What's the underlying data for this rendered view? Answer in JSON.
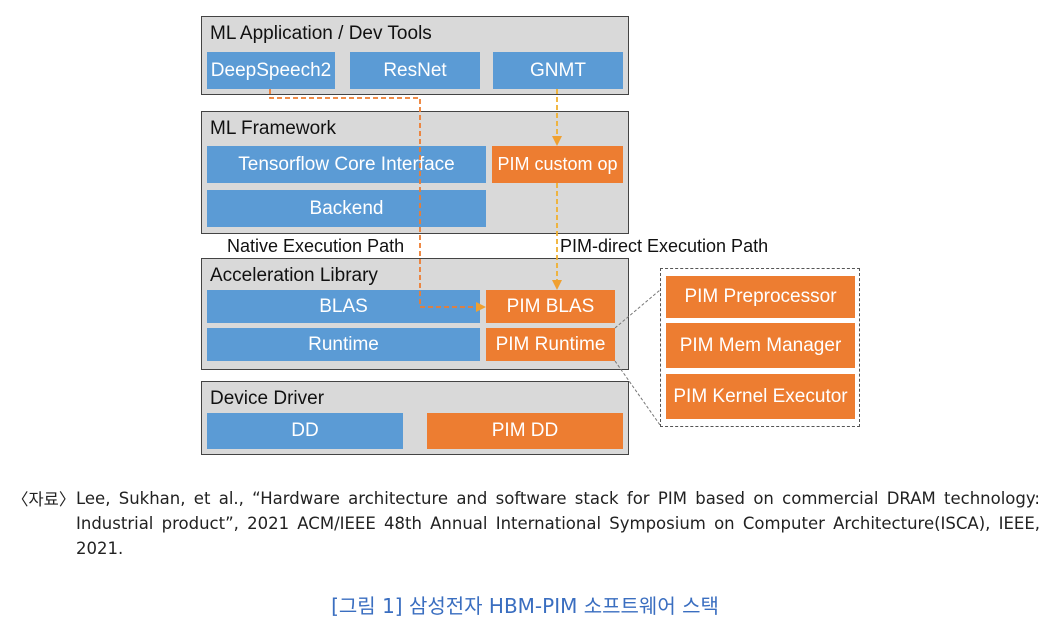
{
  "diagram": {
    "layers": {
      "app": {
        "title": "ML Application / Dev Tools",
        "blocks": [
          "DeepSpeech2",
          "ResNet",
          "GNMT"
        ]
      },
      "framework": {
        "title": "ML Framework",
        "tensorflow": "Tensorflow Core Interface",
        "pim_custom_op": "PIM custom op",
        "backend": "Backend"
      },
      "accel": {
        "title": "Acceleration Library",
        "blas": "BLAS",
        "pim_blas": "PIM BLAS",
        "runtime": "Runtime",
        "pim_runtime": "PIM Runtime"
      },
      "driver": {
        "title": "Device Driver",
        "dd": "DD",
        "pim_dd": "PIM DD"
      }
    },
    "paths": {
      "native": "Native Execution Path",
      "pim_direct": "PIM-direct Execution Path"
    },
    "pim_runtime_detail": [
      "PIM Preprocessor",
      "PIM Mem Manager",
      "PIM Kernel Executor"
    ],
    "colors": {
      "blue": "#5b9bd5",
      "orange": "#ed7d31",
      "layer_bg": "#d9d9d9",
      "arrow": "#f0a030"
    }
  },
  "source": {
    "label": "〈자료〉",
    "text": "Lee, Sukhan, et al., “Hardware architecture and software stack for PIM based on commercial DRAM technology: Industrial product”, 2021 ACM/IEEE 48th Annual International Symposium on Computer Architecture(ISCA), IEEE, 2021."
  },
  "figure_title": "[그림 1] 삼성전자 HBM-PIM 소프트웨어 스택"
}
